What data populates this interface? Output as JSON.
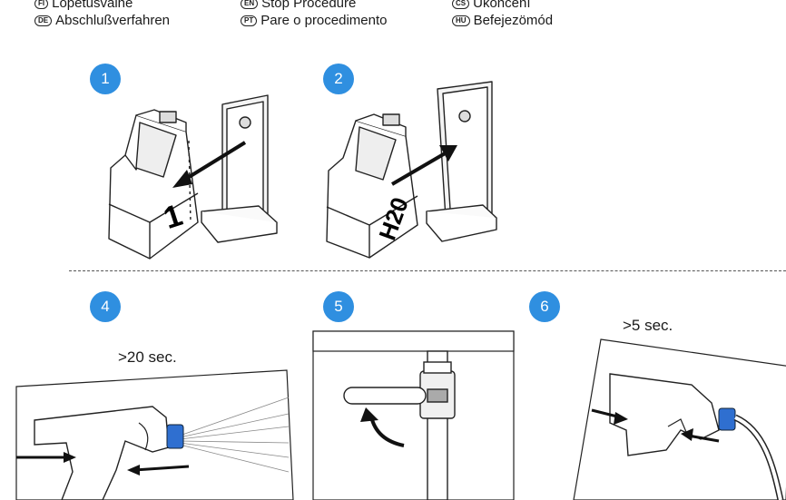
{
  "languages": [
    {
      "code": "FI",
      "label": "Lopetusvaihe"
    },
    {
      "code": "DE",
      "label": "Abschlußverfahren"
    },
    {
      "code": "EN",
      "label": "Stop Procedure"
    },
    {
      "code": "PT",
      "label": "Pare o procedimento"
    },
    {
      "code": "CS",
      "label": "Ukončení"
    },
    {
      "code": "HU",
      "label": "Befejezömód"
    }
  ],
  "steps": [
    {
      "number": "1",
      "canister_label": "1"
    },
    {
      "number": "2",
      "canister_label": "H20"
    },
    {
      "number": "4",
      "caption": ">20 sec."
    },
    {
      "number": "5"
    },
    {
      "number": "6",
      "caption": ">5 sec."
    }
  ],
  "colors": {
    "badge": "#2f8fe0",
    "nozzle": "#2f6fd0"
  }
}
